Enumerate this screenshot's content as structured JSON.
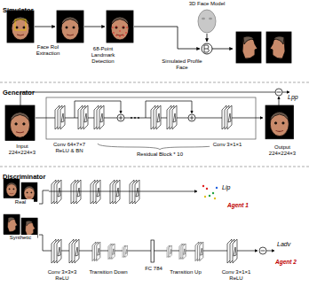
{
  "diagram": {
    "nodes": [
      {
        "text": [
          "Simulator"
        ]
      },
      {
        "text": [
          "Generator"
        ]
      },
      {
        "text": [
          "Discriminator"
        ]
      }
    ],
    "labels": [
      "3D Face Model",
      "Face RoI Extraction",
      "68-Point Landmark Detection",
      "Simulated Profile Face",
      "Input 224×224×3",
      "Conv 64×7×7 ReLU & BN",
      "Residual Block * 10",
      "Conv 3×1×1",
      "Output 224×224×3",
      "Lpp",
      "Real",
      "Synthetic",
      "Lip",
      "Agent 1",
      "Conv 3×3×3 ReLU",
      "Transition Down",
      "FC 784",
      "Transition Up",
      "Conv 3×1×1 ReLU",
      "Ladv",
      "Agent 2"
    ]
  }
}
